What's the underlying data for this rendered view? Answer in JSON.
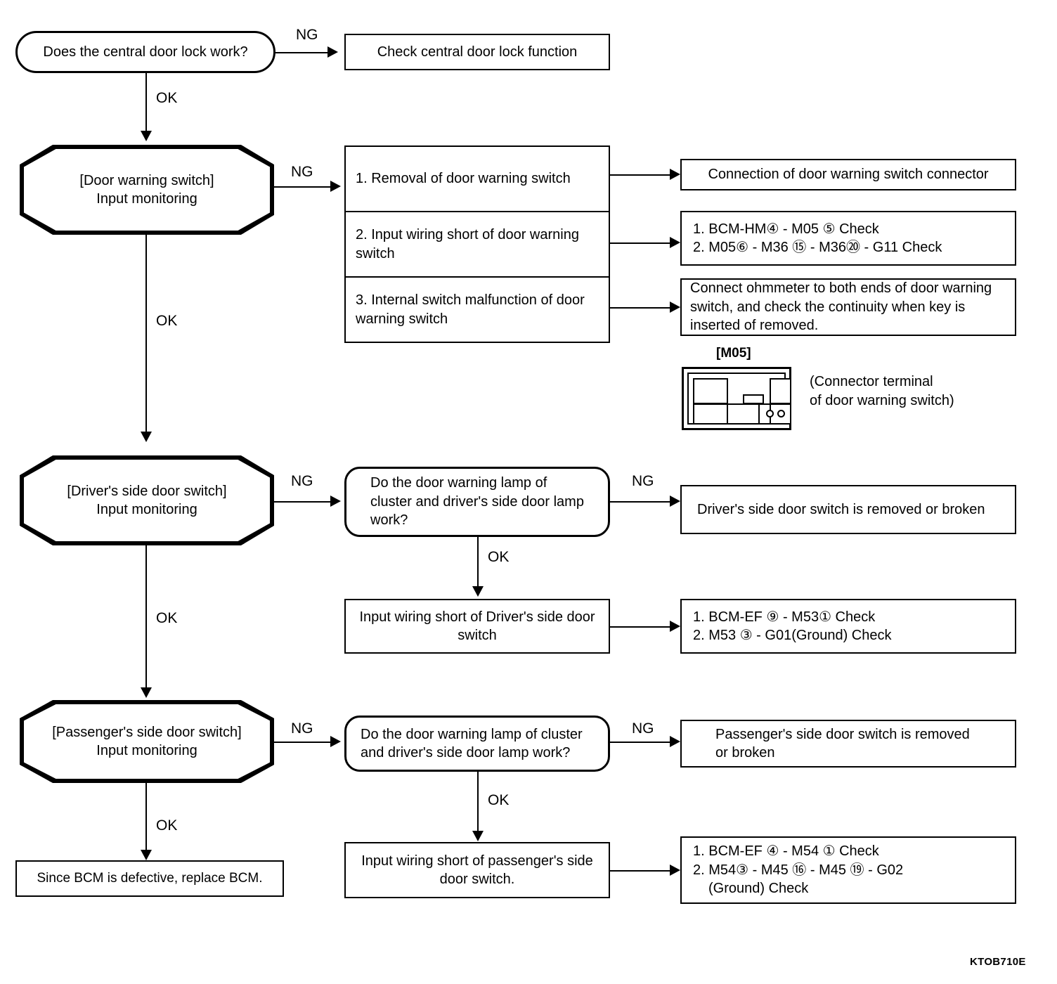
{
  "diagram": {
    "title": "Door warning / door switch input monitoring troubleshooting flowchart",
    "footer_code": "KTOB710E",
    "edge_labels": {
      "ng": "NG",
      "ok": "OK"
    }
  },
  "nodes": {
    "central_door_lock_question": "Does the central door lock work?",
    "check_central_door_lock": "Check central door lock function",
    "door_warning_switch_monitor": "[Door warning switch]\nInput monitoring",
    "dws_cause_1": "1. Removal of door warning switch",
    "dws_cause_2": "2. Input wiring short of door warning switch",
    "dws_cause_3": "3. Internal switch malfunction of door warning switch",
    "dws_action_1": "Connection of door warning switch connector",
    "dws_action_2_line1": "1. BCM-HM④ - M05 ⑤  Check",
    "dws_action_2_line2": "2. M05⑥ - M36 ⑮ - M36⑳ - G11 Check",
    "dws_action_3": "Connect ohmmeter to both ends of door warning switch, and check the continuity when key is inserted of removed.",
    "driver_switch_monitor": "[Driver's side door switch]\nInput monitoring",
    "driver_lamp_question": "Do the door warning lamp of cluster and driver's side door lamp work?",
    "driver_switch_removed": "Driver's side door switch is removed or broken",
    "driver_wiring_short": "Input wiring short of Driver's side door switch",
    "driver_check_line1": "1. BCM-EF ⑨ - M53① Check",
    "driver_check_line2": "2. M53 ③ - G01(Ground) Check",
    "passenger_switch_monitor": "[Passenger's side door switch]\nInput monitoring",
    "passenger_lamp_question": "Do the door warning lamp of cluster and driver's side door lamp work?",
    "passenger_switch_removed": "Passenger's side door switch is removed or broken",
    "passenger_wiring_short": "Input wiring short of passenger's side door switch.",
    "passenger_check_line1": "1. BCM-EF ④ - M54 ①  Check",
    "passenger_check_line2": "2. M54③ - M45 ⑯ - M45 ⑲ - G02",
    "passenger_check_line3": "(Ground) Check",
    "replace_bcm": "Since BCM is defective, replace BCM."
  },
  "connector": {
    "label": "[M05]",
    "caption": "(Connector terminal\nof door warning switch)"
  }
}
